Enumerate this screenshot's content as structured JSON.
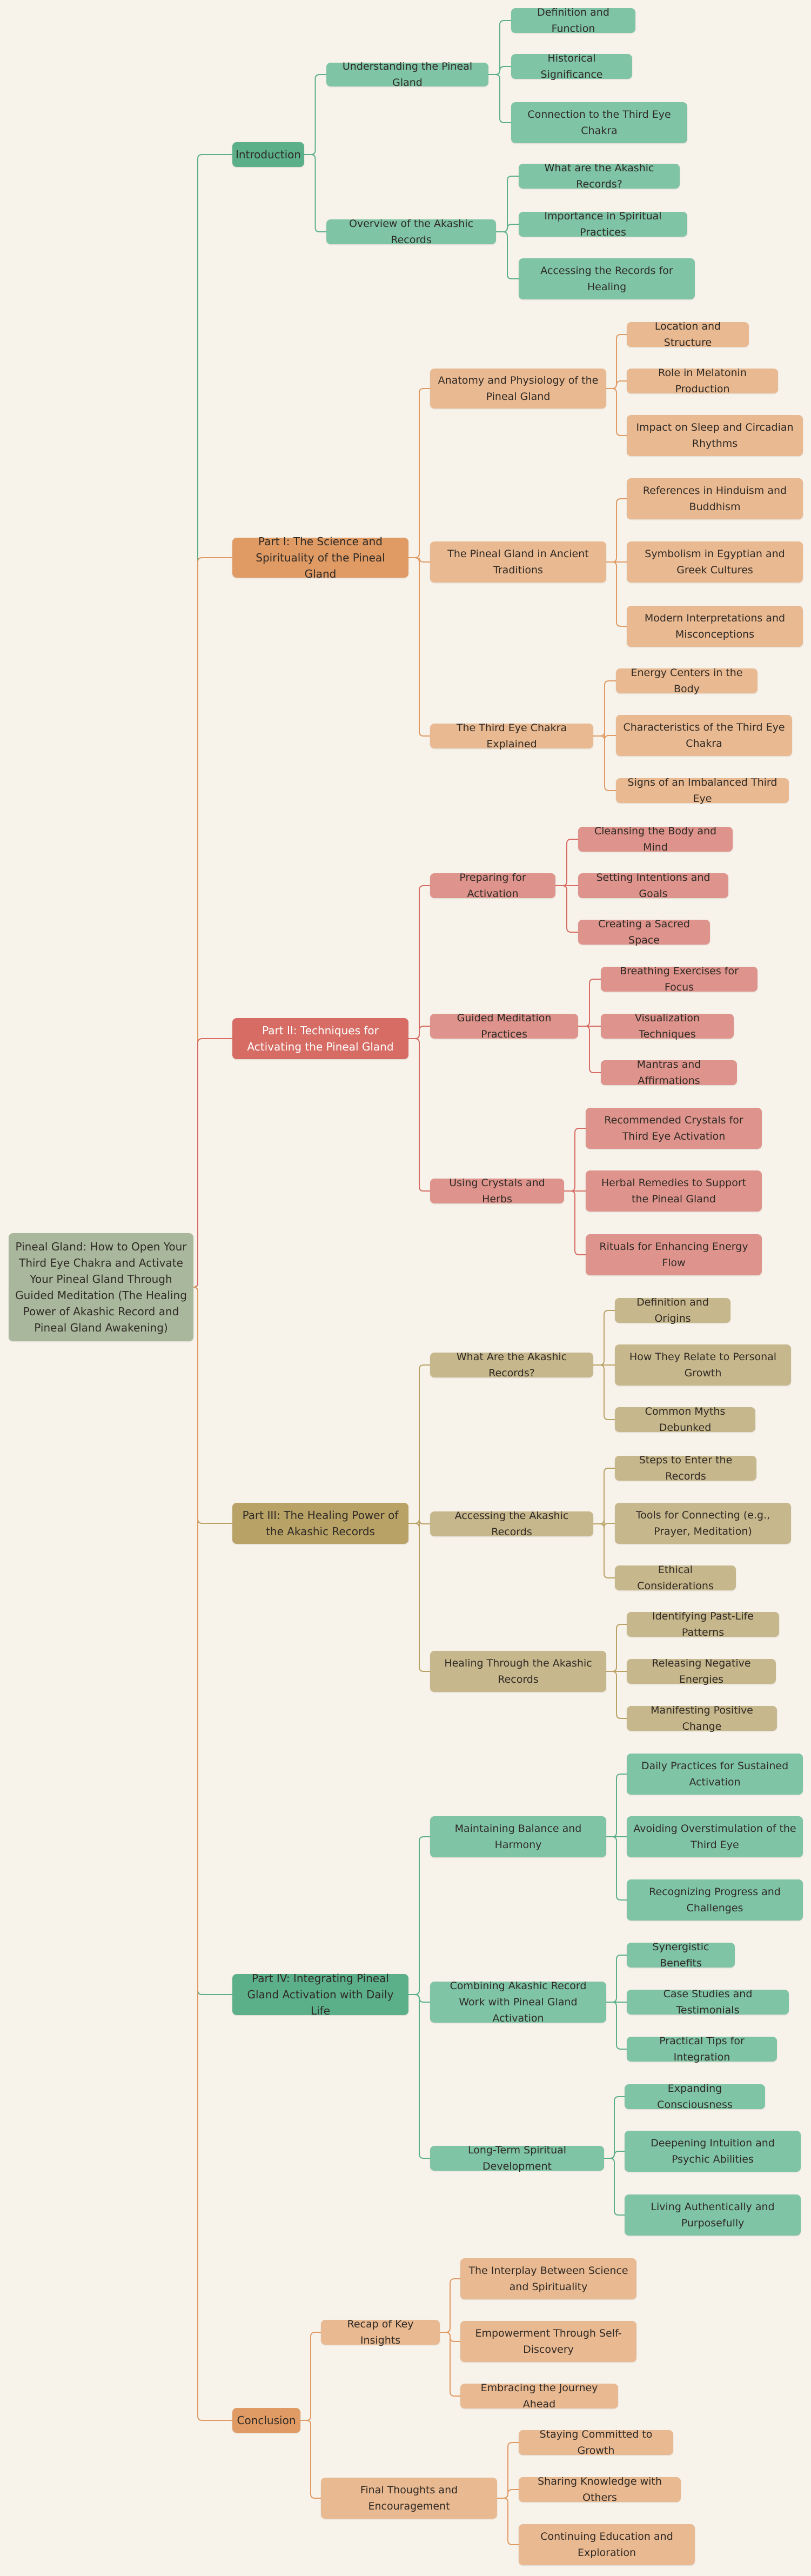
{
  "colors": {
    "background": "#f8f3ea",
    "root_node": "#a9b89c",
    "green_branch": "#5bb08a",
    "green_leaf": "#7fc4a5",
    "orange_branch": "#e09a64",
    "orange_leaf": "#e9b991",
    "red_branch": "#d66c64",
    "red_leaf": "#de948c",
    "olive_branch": "#b8a266",
    "olive_leaf": "#c7b78c"
  },
  "mindmap": {
    "root": "Pineal Gland: How to Open Your Third Eye Chakra and Activate Your Pineal Gland Through Guided Meditation (The Healing Power of Akashic Record and Pineal Gland Awakening)",
    "sections": [
      {
        "label": "Introduction",
        "topics": [
          {
            "label": "Understanding the Pineal Gland",
            "items": [
              "Definition and Function",
              "Historical Significance",
              "Connection to the Third Eye Chakra"
            ]
          },
          {
            "label": "Overview of the Akashic Records",
            "items": [
              "What are the Akashic Records?",
              "Importance in Spiritual Practices",
              "Accessing the Records for Healing"
            ]
          }
        ]
      },
      {
        "label": "Part I: The Science and Spirituality of the Pineal Gland",
        "topics": [
          {
            "label": "Anatomy and Physiology of the Pineal Gland",
            "items": [
              "Location and Structure",
              "Role in Melatonin Production",
              "Impact on Sleep and Circadian Rhythms"
            ]
          },
          {
            "label": "The Pineal Gland in Ancient Traditions",
            "items": [
              "References in Hinduism and Buddhism",
              "Symbolism in Egyptian and Greek Cultures",
              "Modern Interpretations and Misconceptions"
            ]
          },
          {
            "label": "The Third Eye Chakra Explained",
            "items": [
              "Energy Centers in the Body",
              "Characteristics of the Third Eye Chakra",
              "Signs of an Imbalanced Third Eye"
            ]
          }
        ]
      },
      {
        "label": "Part II: Techniques for Activating the Pineal Gland",
        "topics": [
          {
            "label": "Preparing for Activation",
            "items": [
              "Cleansing the Body and Mind",
              "Setting Intentions and Goals",
              "Creating a Sacred Space"
            ]
          },
          {
            "label": "Guided Meditation Practices",
            "items": [
              "Breathing Exercises for Focus",
              "Visualization Techniques",
              "Mantras and Affirmations"
            ]
          },
          {
            "label": "Using Crystals and Herbs",
            "items": [
              "Recommended Crystals for Third Eye Activation",
              "Herbal Remedies to Support the Pineal Gland",
              "Rituals for Enhancing Energy Flow"
            ]
          }
        ]
      },
      {
        "label": "Part III: The Healing Power of the Akashic Records",
        "topics": [
          {
            "label": "What Are the Akashic Records?",
            "items": [
              "Definition and Origins",
              "How They Relate to Personal Growth",
              "Common Myths Debunked"
            ]
          },
          {
            "label": "Accessing the Akashic Records",
            "items": [
              "Steps to Enter the Records",
              "Tools for Connecting (e.g., Prayer, Meditation)",
              "Ethical Considerations"
            ]
          },
          {
            "label": "Healing Through the Akashic Records",
            "items": [
              "Identifying Past-Life Patterns",
              "Releasing Negative Energies",
              "Manifesting Positive Change"
            ]
          }
        ]
      },
      {
        "label": "Part IV: Integrating Pineal Gland Activation with Daily Life",
        "topics": [
          {
            "label": "Maintaining Balance and Harmony",
            "items": [
              "Daily Practices for Sustained Activation",
              "Avoiding Overstimulation of the Third Eye",
              "Recognizing Progress and Challenges"
            ]
          },
          {
            "label": "Combining Akashic Record Work with Pineal Gland Activation",
            "items": [
              "Synergistic Benefits",
              "Case Studies and Testimonials",
              "Practical Tips for Integration"
            ]
          },
          {
            "label": "Long-Term Spiritual Development",
            "items": [
              "Expanding Consciousness",
              "Deepening Intuition and Psychic Abilities",
              "Living Authentically and Purposefully"
            ]
          }
        ]
      },
      {
        "label": "Conclusion",
        "topics": [
          {
            "label": "Recap of Key Insights",
            "items": [
              "The Interplay Between Science and Spirituality",
              "Empowerment Through Self-Discovery",
              "Embracing the Journey Ahead"
            ]
          },
          {
            "label": "Final Thoughts and Encouragement",
            "items": [
              "Staying Committed to Growth",
              "Sharing Knowledge with Others",
              "Continuing Education and Exploration"
            ]
          }
        ]
      }
    ]
  }
}
